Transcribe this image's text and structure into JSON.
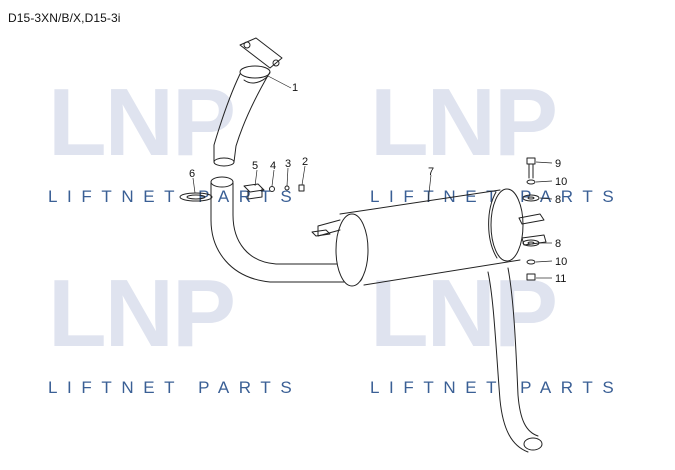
{
  "page_title": "D15-3XN/B/X,D15-3i",
  "watermark": {
    "logo_text": "LNP",
    "brand_text": "LIFTNET PARTS"
  },
  "callouts": {
    "p1": "1",
    "p2": "2",
    "p3": "3",
    "p4": "4",
    "p5": "5",
    "p6": "6",
    "p7": "7",
    "p8a": "8",
    "p8b": "8",
    "p9": "9",
    "p10a": "10",
    "p10b": "10",
    "p11": "11"
  }
}
